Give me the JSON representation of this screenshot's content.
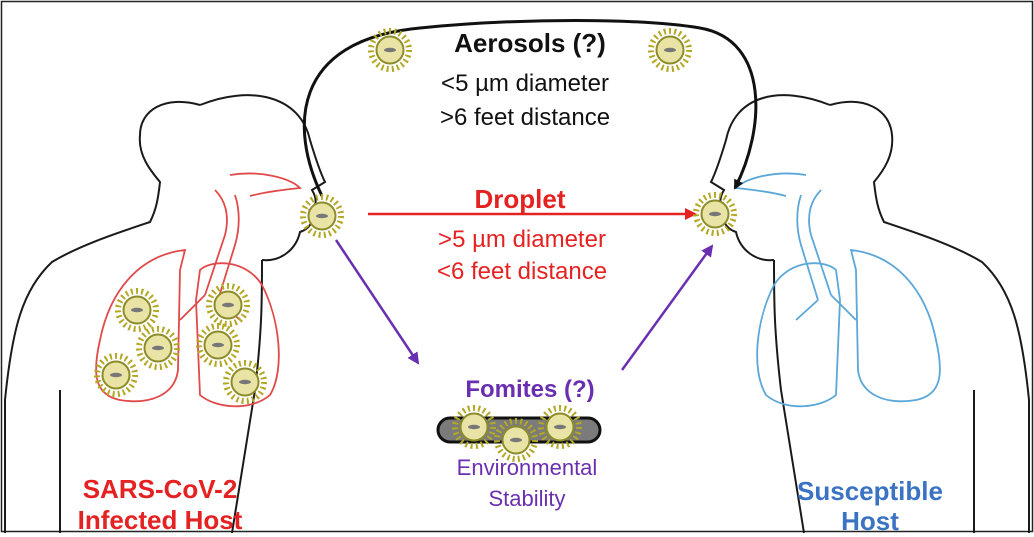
{
  "colors": {
    "infected": "#e52222",
    "susceptible": "#3b73c4",
    "aerosol": "#111111",
    "droplet": "#e52222",
    "fomite": "#6a2fb0",
    "lung_infected": "#e14a4a",
    "lung_susceptible": "#5aa7d8",
    "virus_fill": "#e9e4a6",
    "virus_ring": "#8c8c2a",
    "virus_spike": "#b3a825"
  },
  "aerosols": {
    "title": "Aerosols (?)",
    "line1": "<5 µm diameter",
    "line2": ">6 feet distance"
  },
  "droplet": {
    "title": "Droplet",
    "line1": ">5 µm diameter",
    "line2": "<6 feet distance"
  },
  "fomites": {
    "title": "Fomites (?)",
    "line1": "Environmental",
    "line2": "Stability"
  },
  "infected_host": {
    "line1": "SARS-CoV-2",
    "line2": "Infected Host"
  },
  "susceptible_host": {
    "line1": "Susceptible",
    "line2": "Host"
  }
}
